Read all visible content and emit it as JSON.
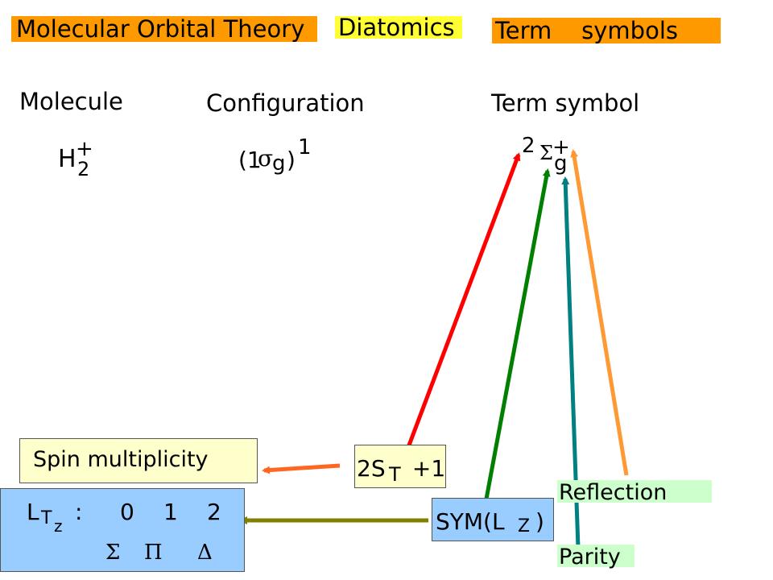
{
  "tags": {
    "mo_theory": "Molecular Orbital Theory",
    "diatomics": "Diatomics",
    "term_symbols": "Term    symbols"
  },
  "headers": {
    "molecule": "Molecule",
    "configuration": "Configuration",
    "term_symbol": "Term symbol"
  },
  "molecule": {
    "base": "H",
    "sub": "2",
    "sup": "+"
  },
  "configuration": {
    "open": "(1",
    "sigma": "σ",
    "sub": "g",
    "close": ")",
    "power": "1"
  },
  "term": {
    "mult": "2",
    "sigma": "Σ",
    "plus": "+",
    "g": "g"
  },
  "boxes": {
    "spin_multiplicity": "Spin multiplicity",
    "spin_formula": {
      "a": "2S",
      "sub": "T",
      "b": " +1"
    },
    "ltz": {
      "L": "L",
      "T": "T",
      "z": "z",
      "colon": ":",
      "values": [
        "0",
        "1",
        "2"
      ],
      "symbols": [
        "Σ",
        "Π",
        "Δ"
      ]
    },
    "sym": {
      "a": "SYM(L",
      "sub": "Z",
      "b": ")"
    },
    "reflection": "Reflection",
    "parity": "Parity"
  },
  "colors": {
    "orange_tag": "#ff9900",
    "yellow_tag": "#ffff33",
    "light_yellow": "#ffffcc",
    "light_blue": "#99ccff",
    "light_green": "#ccffcc",
    "arrow_red": "#ff0000",
    "arrow_green": "#008000",
    "arrow_teal": "#008080",
    "arrow_orange": "#ff9933",
    "arrow_orangered": "#ff6622",
    "arrow_olive": "#808000"
  }
}
